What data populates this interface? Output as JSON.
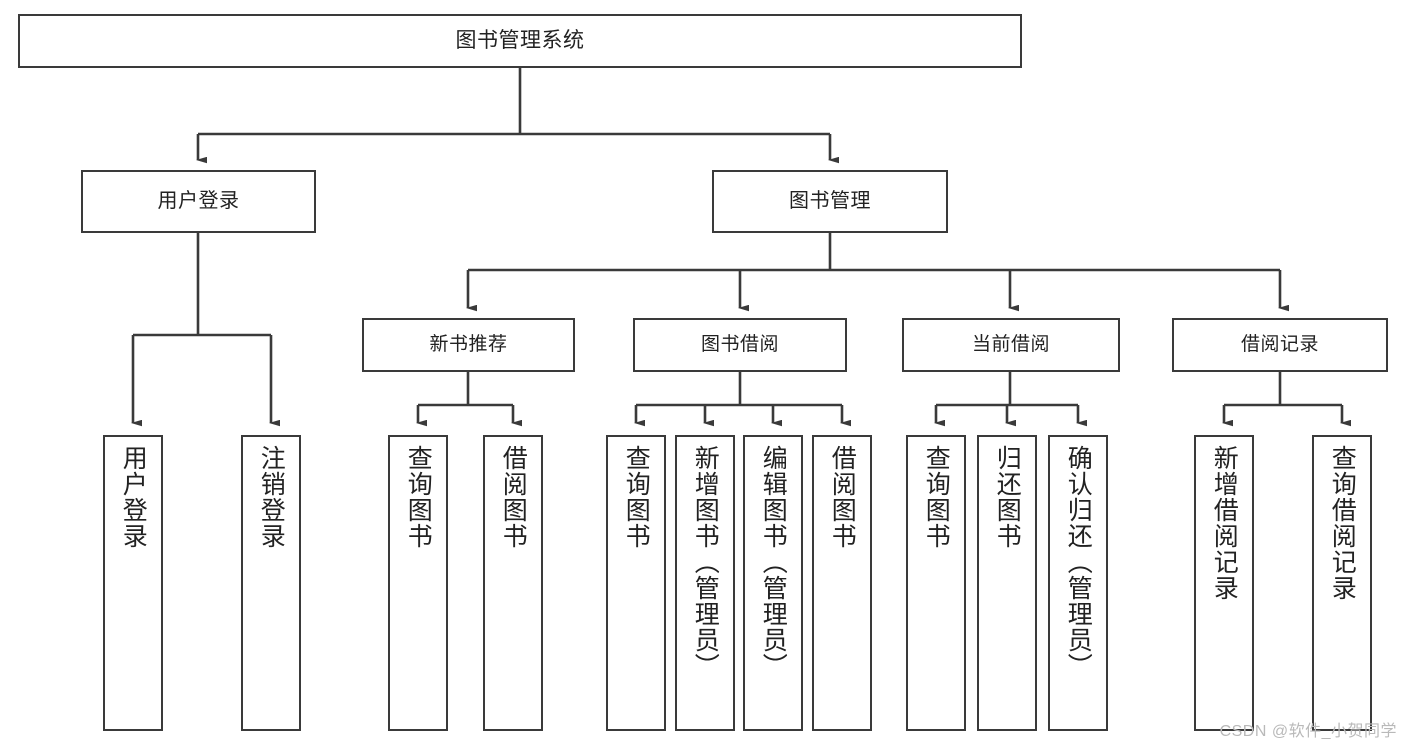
{
  "diagram": {
    "title": "图书管理系统",
    "type": "tree-hierarchy-functional-decomposition",
    "watermark": "CSDN @软件_小贺同学",
    "colors": {
      "box_stroke": "#3a3a3a",
      "box_fill": "#ffffff",
      "edge": "#3a3a3a",
      "text": "#222222",
      "watermark": "#b9b9b9"
    },
    "root": {
      "label": "图书管理系统"
    },
    "level1": [
      {
        "id": "user-login",
        "label": "用户登录"
      },
      {
        "id": "book-manage",
        "label": "图书管理"
      }
    ],
    "level2": [
      {
        "id": "new-book-recommend",
        "label": "新书推荐"
      },
      {
        "id": "book-borrow",
        "label": "图书借阅"
      },
      {
        "id": "current-borrow",
        "label": "当前借阅"
      },
      {
        "id": "borrow-record",
        "label": "借阅记录"
      }
    ],
    "leaves": {
      "user_login": [
        {
          "id": "leaf-user-login",
          "label": "用户登录"
        },
        {
          "id": "leaf-logout-login",
          "label": "注销登录"
        }
      ],
      "new_book_recommend": [
        {
          "id": "leaf-query-book-1",
          "label": "查询图书"
        },
        {
          "id": "leaf-borrow-book-1",
          "label": "借阅图书"
        }
      ],
      "book_borrow": [
        {
          "id": "leaf-query-book-2",
          "label": "查询图书"
        },
        {
          "id": "leaf-add-book-admin",
          "label": "新增图书（管理员）"
        },
        {
          "id": "leaf-edit-book-admin",
          "label": "编辑图书（管理员）"
        },
        {
          "id": "leaf-borrow-book-2",
          "label": "借阅图书"
        }
      ],
      "current_borrow": [
        {
          "id": "leaf-query-book-3",
          "label": "查询图书"
        },
        {
          "id": "leaf-return-book",
          "label": "归还图书"
        },
        {
          "id": "leaf-confirm-return-admin",
          "label": "确认归还（管理员）"
        }
      ],
      "borrow_record": [
        {
          "id": "leaf-add-borrow-record",
          "label": "新增借阅记录"
        },
        {
          "id": "leaf-query-borrow-record",
          "label": "查询借阅记录"
        }
      ]
    }
  }
}
